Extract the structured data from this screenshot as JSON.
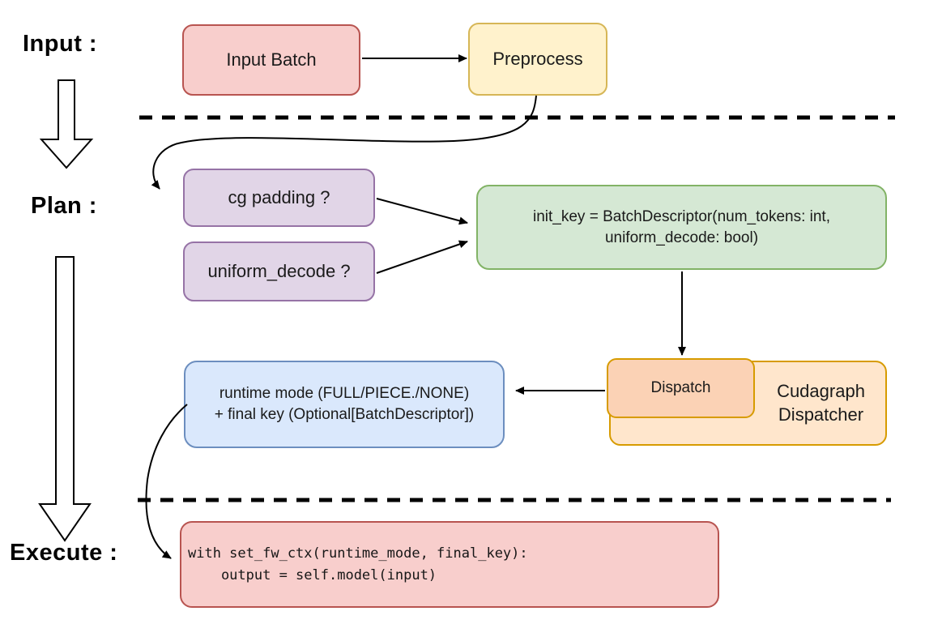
{
  "stage_labels": {
    "input": "Input :",
    "plan": "Plan :",
    "execute": "Execute :"
  },
  "nodes": {
    "input_batch": {
      "label": "Input Batch"
    },
    "preprocess": {
      "label": "Preprocess"
    },
    "cg_padding": {
      "label": "cg padding ?"
    },
    "uniform_decode": {
      "label": "uniform_decode ?"
    },
    "init_key": {
      "line1": "init_key = BatchDescriptor(num_tokens: int,",
      "line2": "uniform_decode: bool)"
    },
    "runtime_mode": {
      "line1": "runtime mode (FULL/PIECE./NONE)",
      "line2": "+ final key (Optional[BatchDescriptor])"
    },
    "dispatch": {
      "label": "Dispatch"
    },
    "cudagraph_dispatcher": {
      "line1": "Cudagraph",
      "line2": "Dispatcher"
    },
    "execute_code": {
      "line1": "with set_fw_ctx(runtime_mode, final_key):",
      "line2": "    output = self.model(input)"
    }
  },
  "edges": [
    {
      "from": "input_batch",
      "to": "preprocess",
      "style": "straight-arrow"
    },
    {
      "from": "preprocess",
      "to": "cg_padding",
      "style": "curved-arrow"
    },
    {
      "from": "cg_padding",
      "to": "init_key",
      "style": "straight-arrow"
    },
    {
      "from": "uniform_decode",
      "to": "init_key",
      "style": "straight-arrow"
    },
    {
      "from": "init_key",
      "to": "dispatch",
      "style": "straight-arrow"
    },
    {
      "from": "dispatch",
      "to": "runtime_mode",
      "style": "straight-arrow"
    },
    {
      "from": "runtime_mode",
      "to": "execute_code",
      "style": "curved-arrow"
    }
  ],
  "separators": [
    {
      "between": "input/plan",
      "style": "dashed"
    },
    {
      "between": "plan/execute",
      "style": "dashed"
    }
  ],
  "palette": {
    "pink_fill": "#f8cecc",
    "pink_stroke": "#b85450",
    "yellow_fill": "#fff2cc",
    "yellow_stroke": "#d6b656",
    "purple_fill": "#e1d5e7",
    "purple_stroke": "#9673a6",
    "green_fill": "#d5e8d4",
    "green_stroke": "#82b366",
    "blue_fill": "#dae8fc",
    "blue_stroke": "#6c8ebf",
    "orange_fill": "#ffe6cc",
    "orange_stroke": "#d79b00",
    "peach_fill": "#fbd2b5",
    "line_color": "#000000"
  }
}
